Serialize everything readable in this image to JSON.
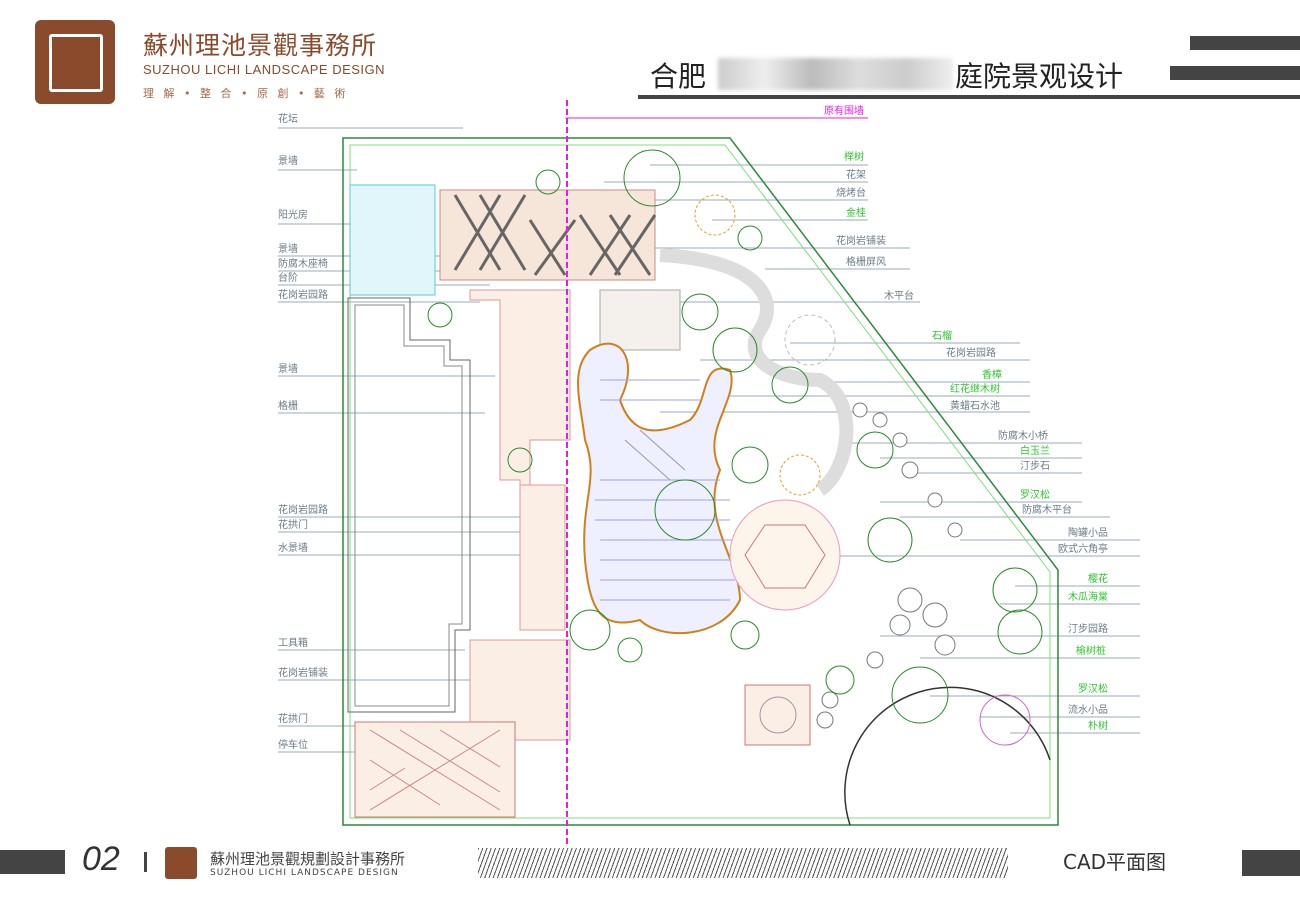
{
  "header": {
    "firm_cn": "蘇州理池景觀事務所",
    "firm_en": "SUZHOU LICHI LANDSCAPE DESIGN",
    "motto": "理 解 • 整 合 • 原 創 • 藝 術",
    "title_prefix": "合肥",
    "title_suffix": "庭院景观设计"
  },
  "left_labels": [
    "花坛",
    "景墙",
    "阳光房",
    "景墙",
    "防腐木座椅",
    "台阶",
    "花岗岩园路",
    "景墙",
    "格栅",
    "花岗岩园路",
    "花拱门",
    "水景墙",
    "工具箱",
    "花岗岩铺装",
    "花拱门",
    "停车位"
  ],
  "right_labels": [
    "原有围墙",
    "榉树",
    "花架",
    "烧烤台",
    "金桂",
    "花岗岩铺装",
    "格栅屏风",
    "木平台",
    "石榴",
    "花岗岩园路",
    "香樟",
    "红花继木树",
    "黄蜡石水池",
    "防腐木小桥",
    "白玉兰",
    "汀步石",
    "罗汉松",
    "防腐木平台",
    "陶罐小品",
    "欧式六角亭",
    "樱花",
    "木瓜海棠",
    "汀步园路",
    "榆树桩",
    "罗汉松",
    "流水小品",
    "朴树"
  ],
  "footer": {
    "page": "02",
    "firm_cn": "蘇州理池景觀規劃設計事務所",
    "firm_en": "SUZHOU LICHI LANDSCAPE DESIGN",
    "drawing_type": "CAD平面图"
  },
  "colors": {
    "brand": "#8a4a2c",
    "plant": "#2ec42e",
    "wall": "#e020e0"
  }
}
